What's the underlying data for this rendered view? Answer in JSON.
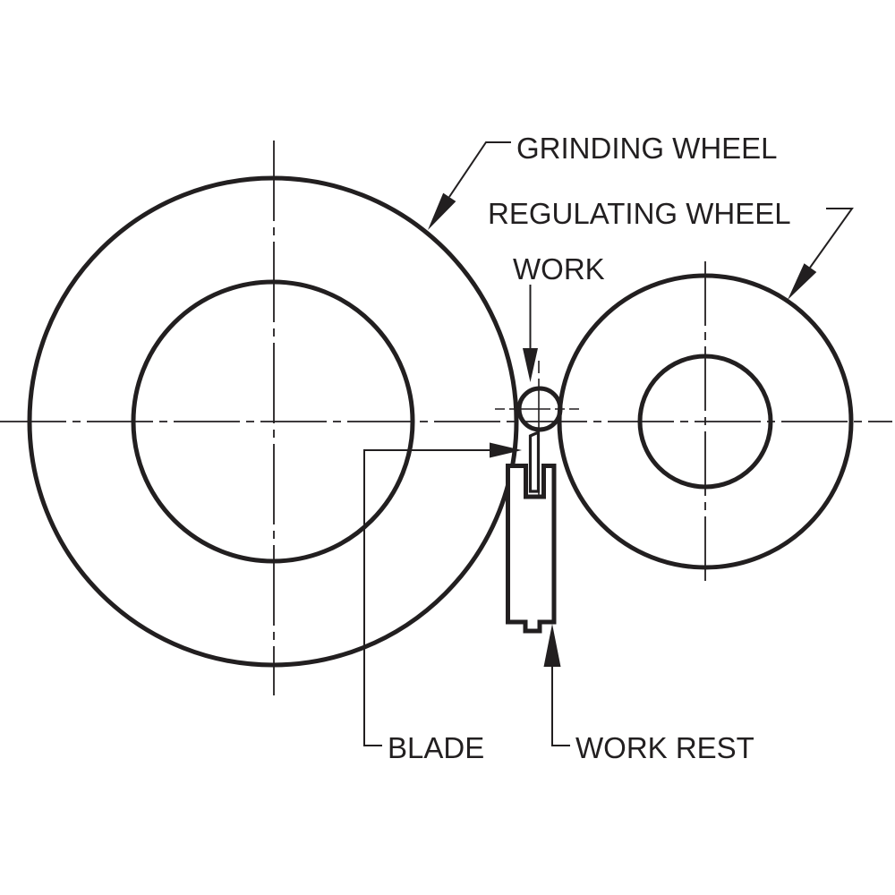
{
  "diagram": {
    "type": "centerless-grinding-schematic",
    "labels": {
      "grinding_wheel": "GRINDING WHEEL",
      "regulating_wheel": "REGULATING WHEEL",
      "work": "WORK",
      "blade": "BLADE",
      "work_rest": "WORK REST"
    },
    "colors": {
      "line": "#221f20",
      "background": "#ffffff"
    }
  }
}
